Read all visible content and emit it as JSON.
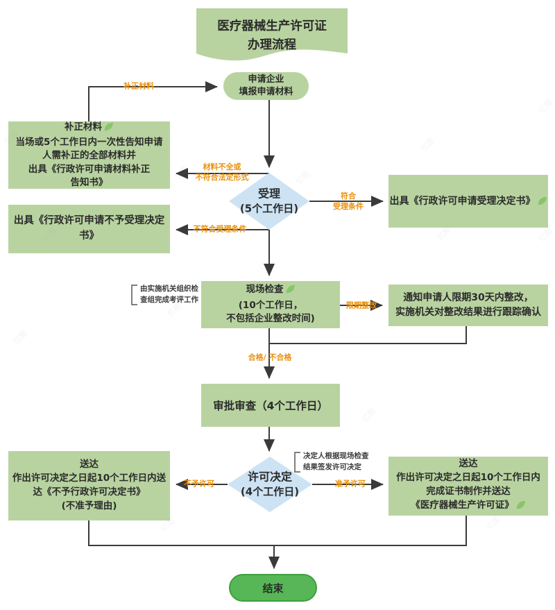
{
  "title_banner": {
    "lines": [
      "医疗器械生产许可证",
      "办理流程"
    ]
  },
  "watermark": "亿图",
  "colors": {
    "box_green": "#b8d3a0",
    "diamond_blue": "#cde3f3",
    "end_green": "#57b757",
    "end_border": "#3d9e3f",
    "label_orange": "#e8900c",
    "arrow": "#3a3a3a",
    "text": "#2b2b2b"
  },
  "nodes": {
    "apply": {
      "lines": [
        "申请企业",
        "填报申请材料"
      ]
    },
    "supplement": {
      "title": "补正材料",
      "lines": [
        "当场或5个工作日内一次性告知申请",
        "人需补正的全部材料并",
        "出具《行政许可申请材料补正",
        "告知书》"
      ]
    },
    "accept_decision": {
      "text": "出具《行政许可申请受理决定书》"
    },
    "reject_decision": {
      "lines": [
        "出具《行政许可申请不予受理决定",
        "书》"
      ]
    },
    "shouli_diamond": {
      "lines": [
        "受理",
        "(5个工作日)"
      ]
    },
    "onsite": {
      "title": "现场检查",
      "lines": [
        "(10个工作日，",
        "不包括企业整改时间)"
      ]
    },
    "rectify": {
      "lines": [
        "通知申请人限期30天内整改，",
        "实施机关对整改结果进行跟踪确认"
      ]
    },
    "review": {
      "text": "审批审查（4个工作日）"
    },
    "decision_diamond": {
      "lines": [
        "许可决定",
        "(4个工作日)"
      ]
    },
    "deny": {
      "title": "送达",
      "lines": [
        "作出许可决定之日起10个工作日内送",
        "达《不予行政许可决定书》",
        "(不准予理由)"
      ]
    },
    "grant": {
      "title": "送达",
      "lines": [
        "作出许可决定之日起10个工作日内",
        "完成证书制作并送达",
        "《医疗器械生产许可证》"
      ]
    },
    "end": {
      "text": "结束"
    }
  },
  "edge_labels": {
    "resubmit": "补正材料",
    "incomplete": [
      "材料不全或",
      "不符合法定形式"
    ],
    "meet": [
      "符合",
      "受理条件"
    ],
    "not_meet": "不符合受理条件",
    "deadline_rectify": "限期整改",
    "pass_fail": "合格/ 不合格",
    "no_permit": "不予许可",
    "permit": "准予许可"
  },
  "annotations": {
    "onsite": [
      "由实施机关组织检",
      "查组完成考评工作"
    ],
    "decision": [
      "决定人根据现场检查",
      "结果签发许可决定"
    ]
  }
}
